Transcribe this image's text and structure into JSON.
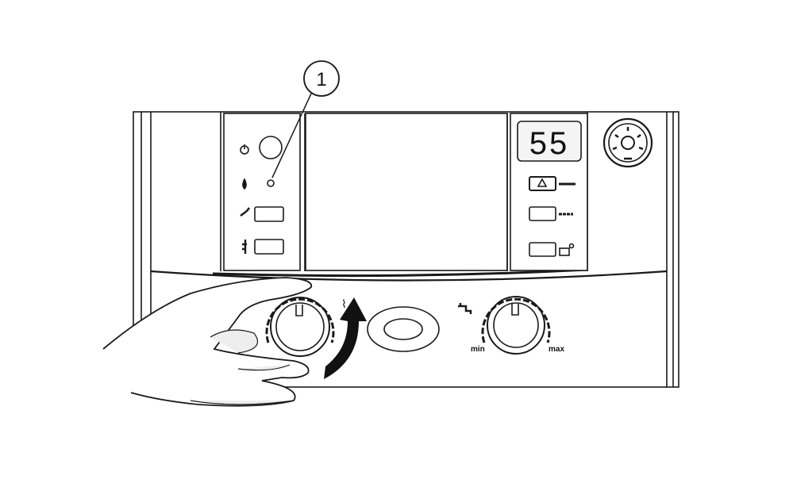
{
  "callout": {
    "label": "1"
  },
  "display": {
    "value": "55"
  },
  "dhw_knob": {
    "min_label": "min",
    "max_label": "max"
  },
  "colors": {
    "line": "#1a1a1a",
    "panel": "#ffffff",
    "shade": "#f2f2f2"
  }
}
